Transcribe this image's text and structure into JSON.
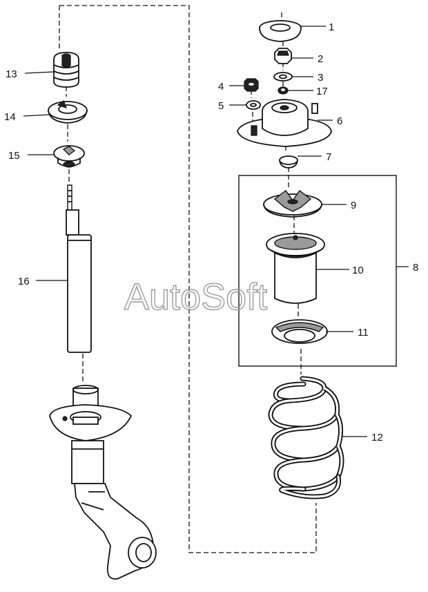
{
  "watermark": "AutoSoft",
  "labels": {
    "p1": "1",
    "p2": "2",
    "p3": "3",
    "p4": "4",
    "p5": "5",
    "p6": "6",
    "p7": "7",
    "p8": "8",
    "p9": "9",
    "p10": "10",
    "p11": "11",
    "p12": "12",
    "p13": "13",
    "p14": "14",
    "p15": "15",
    "p16": "16",
    "p17": "17"
  }
}
